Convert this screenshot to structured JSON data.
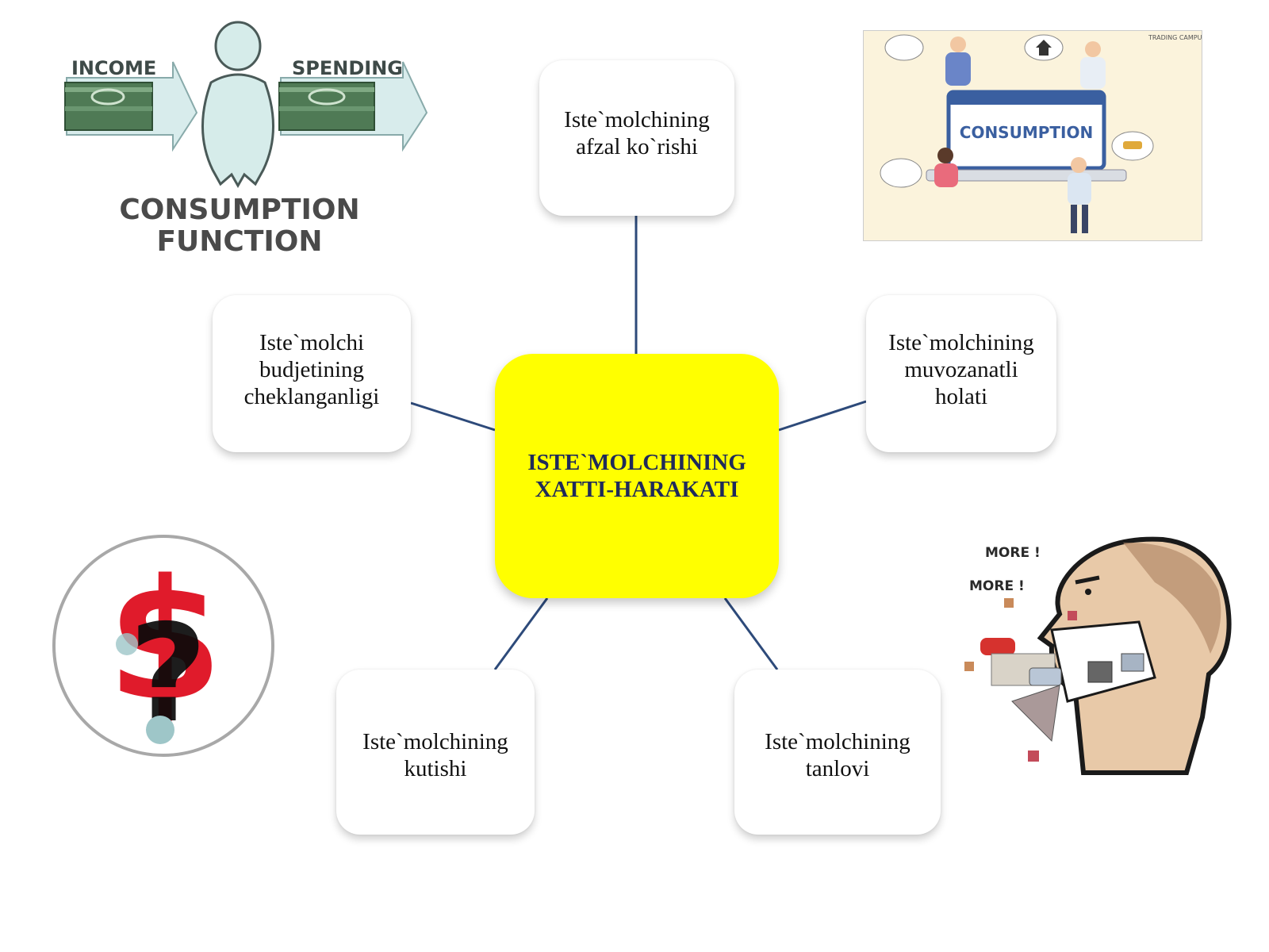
{
  "center": {
    "label": "ISTE`MOLCHINING\nXATTI-HARAKATI"
  },
  "nodes": {
    "top": "Iste`molchining\nafzal ko`rishi",
    "left": "Iste`molchi\nbudjetining\ncheklanganligi",
    "right": "Iste`molchining\nmuvozanatli\nholati",
    "bottom_left": "Iste`molchining\nkutishi",
    "bottom_right": "Iste`molchining\ntanlovi"
  },
  "images": {
    "consumption_function": {
      "income": "INCOME",
      "spending": "SPENDING",
      "title_line1": "CONSUMPTION",
      "title_line2": "FUNCTION"
    },
    "consumption_illustration": {
      "banner": "CONSUMPTION",
      "watermark": "TRADING CAMPUS"
    },
    "dollar_question": {
      "icon": "dollar-question-icon"
    },
    "more_cartoon": {
      "shout1": "MORE !",
      "shout2": "MORE !"
    }
  },
  "colors": {
    "center_fill": "#ffff00",
    "center_text": "#1f2a5a",
    "link": "#2d4a7a"
  }
}
